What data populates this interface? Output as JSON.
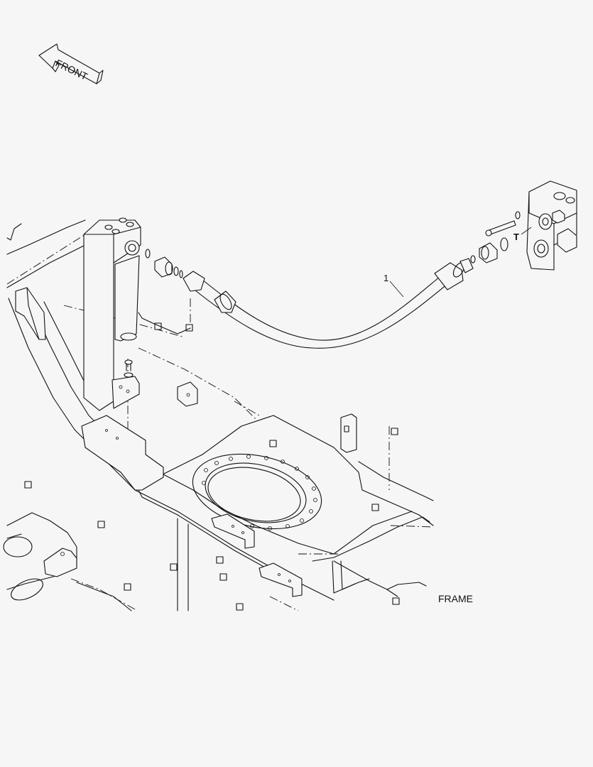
{
  "front_arrow": {
    "label": "FRONT"
  },
  "callouts": {
    "part_1": "1",
    "port_t": "T"
  },
  "section_caption": "FRAME"
}
